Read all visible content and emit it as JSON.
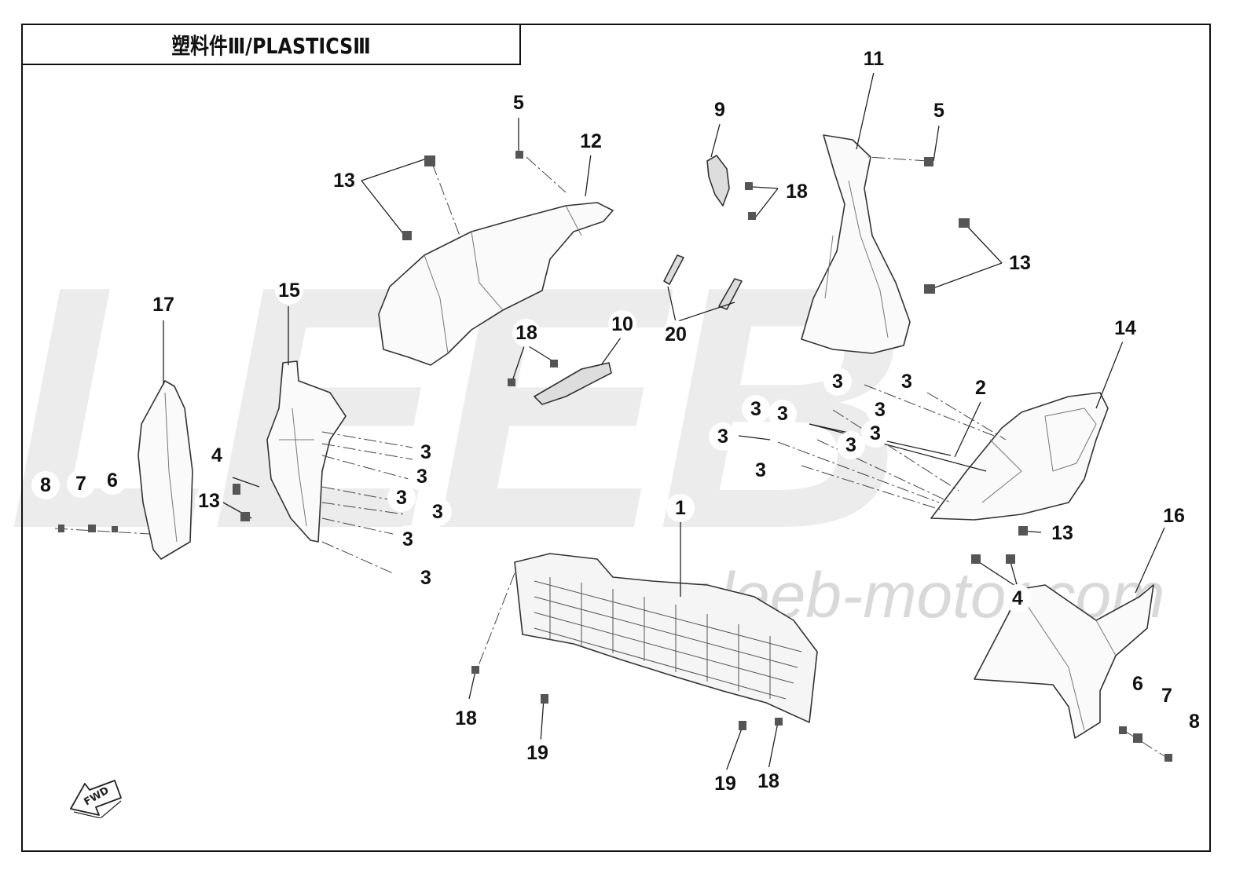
{
  "title": "塑料件Ⅲ/PLASTICSⅢ",
  "watermark": "LEEB",
  "watermark_url": "www.leeb-motor.com",
  "direction_marker": "FWD",
  "callouts": [
    {
      "id": "c1",
      "text": "1"
    },
    {
      "id": "c2",
      "text": "2"
    },
    {
      "id": "c3a",
      "text": "3"
    },
    {
      "id": "c3b",
      "text": "3"
    },
    {
      "id": "c3c",
      "text": "3"
    },
    {
      "id": "c3d",
      "text": "3"
    },
    {
      "id": "c3e",
      "text": "3"
    },
    {
      "id": "c3f",
      "text": "3"
    },
    {
      "id": "c3g",
      "text": "3"
    },
    {
      "id": "c3h",
      "text": "3"
    },
    {
      "id": "c3i",
      "text": "3"
    },
    {
      "id": "c3j",
      "text": "3"
    },
    {
      "id": "c3k",
      "text": "3"
    },
    {
      "id": "c3l",
      "text": "3"
    },
    {
      "id": "c3m",
      "text": "3"
    },
    {
      "id": "c3n",
      "text": "3"
    },
    {
      "id": "c3o",
      "text": "3"
    },
    {
      "id": "c3p",
      "text": "3"
    },
    {
      "id": "c4a",
      "text": "4"
    },
    {
      "id": "c4b",
      "text": "4"
    },
    {
      "id": "c5a",
      "text": "5"
    },
    {
      "id": "c5b",
      "text": "5"
    },
    {
      "id": "c6a",
      "text": "6"
    },
    {
      "id": "c6b",
      "text": "6"
    },
    {
      "id": "c7a",
      "text": "7"
    },
    {
      "id": "c7b",
      "text": "7"
    },
    {
      "id": "c8a",
      "text": "8"
    },
    {
      "id": "c8b",
      "text": "8"
    },
    {
      "id": "c9",
      "text": "9"
    },
    {
      "id": "c10",
      "text": "10"
    },
    {
      "id": "c11",
      "text": "11"
    },
    {
      "id": "c12",
      "text": "12"
    },
    {
      "id": "c13a",
      "text": "13"
    },
    {
      "id": "c13b",
      "text": "13"
    },
    {
      "id": "c13c",
      "text": "13"
    },
    {
      "id": "c13d",
      "text": "13"
    },
    {
      "id": "c14",
      "text": "14"
    },
    {
      "id": "c15",
      "text": "15"
    },
    {
      "id": "c16",
      "text": "16"
    },
    {
      "id": "c17",
      "text": "17"
    },
    {
      "id": "c18a",
      "text": "18"
    },
    {
      "id": "c18b",
      "text": "18"
    },
    {
      "id": "c18c",
      "text": "18"
    },
    {
      "id": "c18d",
      "text": "18"
    },
    {
      "id": "c19a",
      "text": "19"
    },
    {
      "id": "c19b",
      "text": "19"
    },
    {
      "id": "c20",
      "text": "20"
    }
  ]
}
